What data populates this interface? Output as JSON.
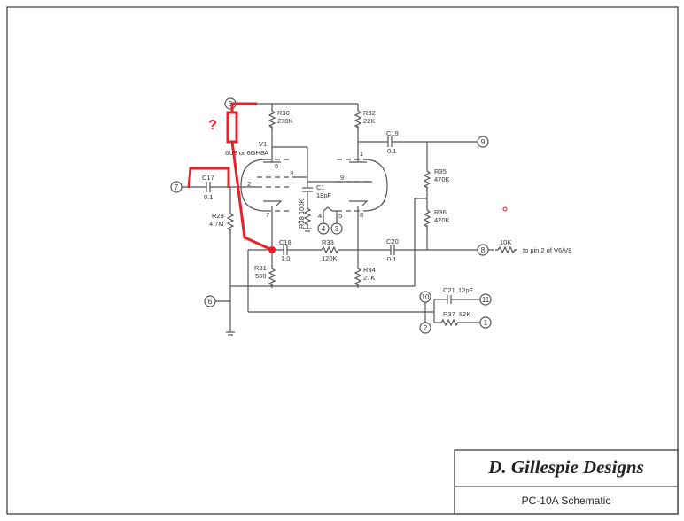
{
  "title_block": {
    "company": "D. Gillespie Designs",
    "drawing": "PC-10A Schematic"
  },
  "tube": {
    "name": "V1",
    "type": "6U8 or 6GH8A",
    "pins": [
      "6",
      "3",
      "2",
      "7",
      "1",
      "9",
      "8",
      "4",
      "5"
    ]
  },
  "components": {
    "R30": {
      "ref": "R30",
      "value": "270K"
    },
    "R32": {
      "ref": "R32",
      "value": "22K"
    },
    "C19": {
      "ref": "C19",
      "value": "0.1"
    },
    "C17": {
      "ref": "C17",
      "value": "0.1"
    },
    "C1": {
      "ref": "C1",
      "value": "18pF"
    },
    "R38": {
      "ref": "R38",
      "value": "100K"
    },
    "R29": {
      "ref": "R29",
      "value": "4.7M"
    },
    "C18": {
      "ref": "C18",
      "value": "1.0"
    },
    "R33": {
      "ref": "R33",
      "value": "120K"
    },
    "R31": {
      "ref": "R31",
      "value": "560"
    },
    "R34": {
      "ref": "R34",
      "value": "27K"
    },
    "R35": {
      "ref": "R35",
      "value": "470K"
    },
    "R36": {
      "ref": "R36",
      "value": "470K"
    },
    "C20": {
      "ref": "C20",
      "value": "0.1"
    },
    "C21": {
      "ref": "C21",
      "value": "12pF"
    },
    "R37": {
      "ref": "R37",
      "value": "82K"
    },
    "R_out": {
      "value": "10K",
      "note": "to pin 2 of V6/V8"
    }
  },
  "nodes": {
    "top": "6",
    "in": "7",
    "out_top": "9",
    "out_mid": "8",
    "left_bot": "6",
    "n10": "10",
    "n2": "2",
    "n11": "11",
    "n1": "1",
    "h4": "4",
    "h3": "3"
  },
  "annotation": {
    "question": "?",
    "color": "#e8202a"
  }
}
